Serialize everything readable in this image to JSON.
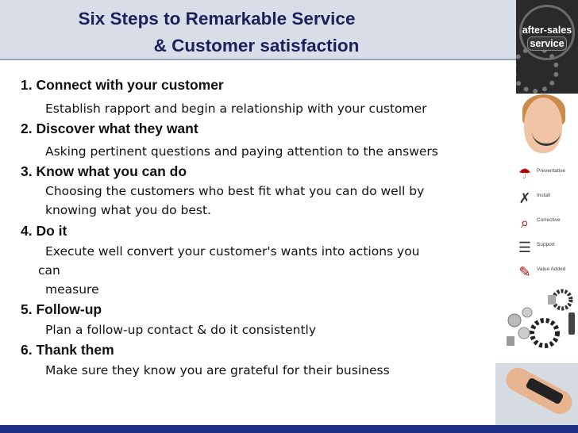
{
  "title": {
    "line1": "Six Steps to Remarkable Service",
    "line2": "& Customer satisfaction"
  },
  "badge": {
    "line1": "after-sales",
    "line2": "service"
  },
  "steps": [
    {
      "heading": "1.  Connect with your customer",
      "desc": [
        "Establish rapport and begin a relationship with your customer"
      ]
    },
    {
      "heading": "2. Discover what they want",
      "desc": [
        "Asking pertinent questions and paying attention to the answers"
      ]
    },
    {
      "heading": "3. Know what you can do",
      "desc": [
        "Choosing the customers who best fit what you can do well by",
        "knowing what you do best."
      ]
    },
    {
      "heading": "4. Do it",
      "desc": [
        "Execute well convert your customer's wants into actions you",
        "can",
        "measure"
      ]
    },
    {
      "heading": "5. Follow-up",
      "desc": [
        "Plan a follow-up contact & do it consistently"
      ]
    },
    {
      "heading": "6. Thank them",
      "desc": [
        "Make sure they know you are grateful for their business"
      ]
    }
  ],
  "service_types": [
    {
      "icon": "umbrella-icon",
      "label": "Preventative"
    },
    {
      "icon": "tools-icon",
      "label": "Install"
    },
    {
      "icon": "magnifier-icon",
      "label": "Corrective"
    },
    {
      "icon": "clipboard-icon",
      "label": "Support"
    },
    {
      "icon": "checklist-icon",
      "label": "Value Added"
    }
  ],
  "colors": {
    "title_text": "#1f1f5a",
    "title_background": "#d8dde8",
    "bottom_bar": "#1e2f86"
  }
}
